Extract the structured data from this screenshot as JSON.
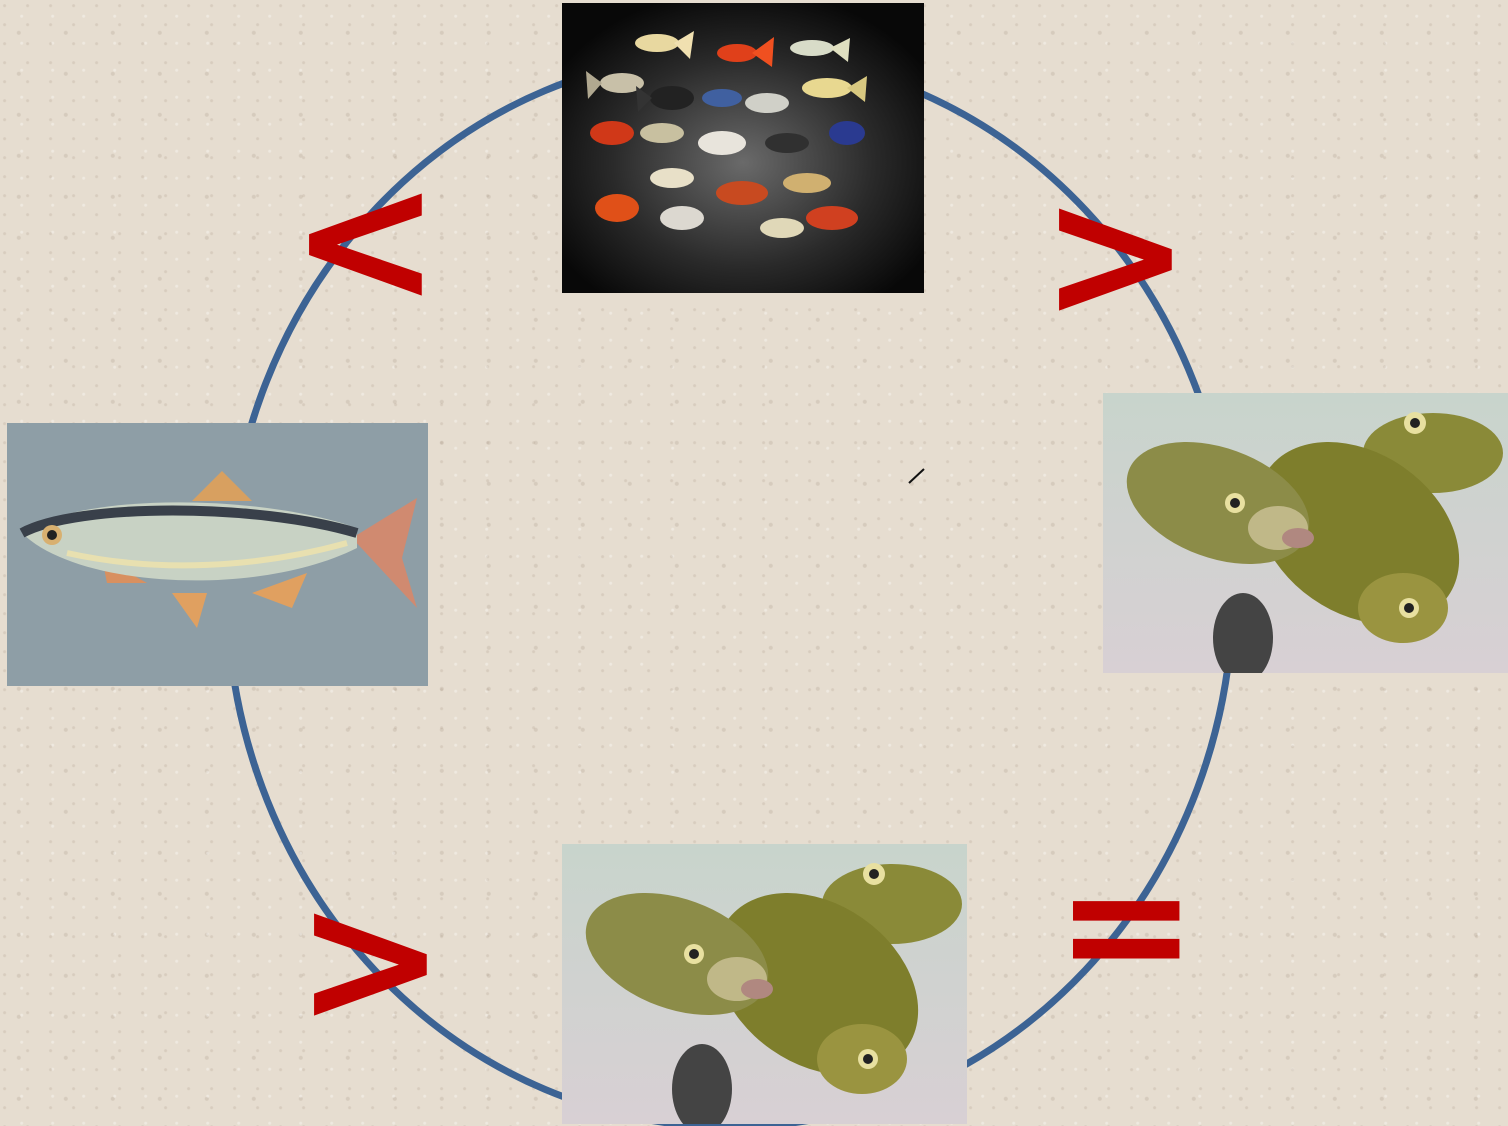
{
  "slide": {
    "ring_color": "#3c6394",
    "symbol_color": "#c00000",
    "background": "#e6ddd0"
  },
  "images": [
    {
      "id": "guppies",
      "description_icon": "guppy-school-image"
    },
    {
      "id": "carp-right",
      "description_icon": "carp-group-image"
    },
    {
      "id": "carp-bottom",
      "description_icon": "carp-group-image"
    },
    {
      "id": "roach",
      "description_icon": "roach-fish-image"
    }
  ],
  "symbols": {
    "top_left": "<",
    "top_right": ">",
    "bottom_left": ">",
    "bottom_right": "="
  }
}
